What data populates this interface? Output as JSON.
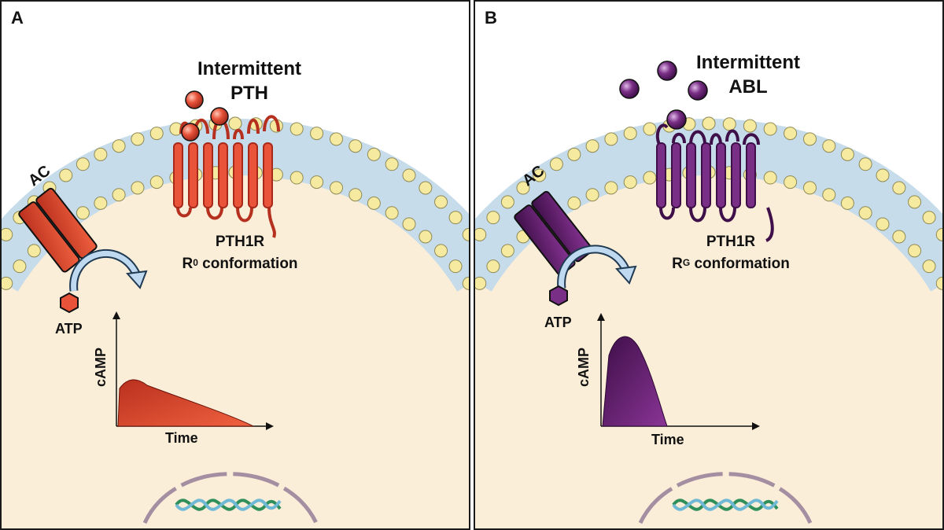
{
  "panels": [
    {
      "letter": "A",
      "ligand_line1": "Intermittent",
      "ligand_line2": "PTH",
      "enzyme": "AC",
      "substrate": "ATP",
      "receptor": "PTH1R",
      "conformation_prefix": "R",
      "conformation_sup": "0",
      "conformation_suffix": " conformation",
      "y_axis": "cAMP",
      "x_axis": "Time",
      "color_main": "#e8533a",
      "color_dark": "#a8281a"
    },
    {
      "letter": "B",
      "ligand_line1": "Intermittent",
      "ligand_line2": "ABL",
      "enzyme": "AC",
      "substrate": "ATP",
      "receptor": "PTH1R",
      "conformation_prefix": "R",
      "conformation_sup": "G",
      "conformation_suffix": " conformation",
      "y_axis": "cAMP",
      "x_axis": "Time",
      "color_main": "#7a2f86",
      "color_dark": "#3e0f48"
    }
  ],
  "colors": {
    "cytoplasm": "#fbeed8",
    "membrane_band": "#c6dcea",
    "lipid_head": "#f6eaa0",
    "arrow": "#bfdaf0",
    "nucleus": "#a48fa2"
  },
  "icons": [
    "lipid-bilayer",
    "adenylyl-cyclase",
    "seven-tm-receptor",
    "ligand-sphere",
    "atp-hexagon",
    "curved-arrow",
    "nuclear-envelope",
    "dna-helix"
  ]
}
